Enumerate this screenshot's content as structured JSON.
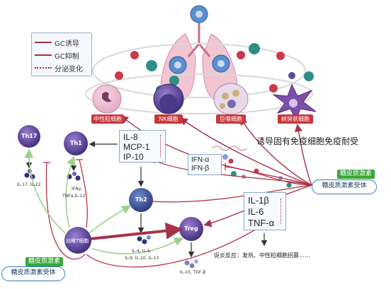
{
  "legend": {
    "induce": "GC诱导",
    "inhibit": "GC抑制",
    "secretion": "分泌变化"
  },
  "cells": {
    "neutrophil": "中性粒细胞",
    "nk": "NK细胞",
    "macrophage": "巨噬细胞",
    "dendritic": "树突状细胞",
    "th17": "Th17",
    "th1": "Th1",
    "th2": "Th2",
    "treg": "Treg",
    "naive_t": "幼稚T细胞"
  },
  "tolerance_text": "诱导固有免疫细胞免疫耐受",
  "box_chemokines": [
    "IL-8",
    "MCP-1",
    "IP-10"
  ],
  "box_ifn": [
    "IFN-α",
    "IFN-β"
  ],
  "box_cytokines": [
    "IL-1β",
    "IL-6",
    "TNF-α"
  ],
  "cytokine_labels": {
    "th17": "IL-17, IL-22",
    "th1_line1": "IFNγ,",
    "th1_line2": "TNFα,IL-12",
    "th2_line1": "IL-4, IL-5,",
    "th2_line2": "IL-9, IL-10, IL-13",
    "treg": "IL-10, TGF-β"
  },
  "inflammation_text": "促炎反应：发热、中性粒细胞招募……",
  "gc_label_right": "糖皮质激素",
  "gc_receptor_right": "糖皮质激素受体",
  "gc_label_left": "糖皮质激素",
  "gc_receptor_left": "糖皮质激素受体",
  "colors": {
    "induce": "#a8324a",
    "inhibit": "#b02a3a",
    "green_arrow": "#9ccf8a",
    "label_red": "#c8373a",
    "gc_green": "#38a53a",
    "receptor_blue": "#2f7fbf"
  }
}
